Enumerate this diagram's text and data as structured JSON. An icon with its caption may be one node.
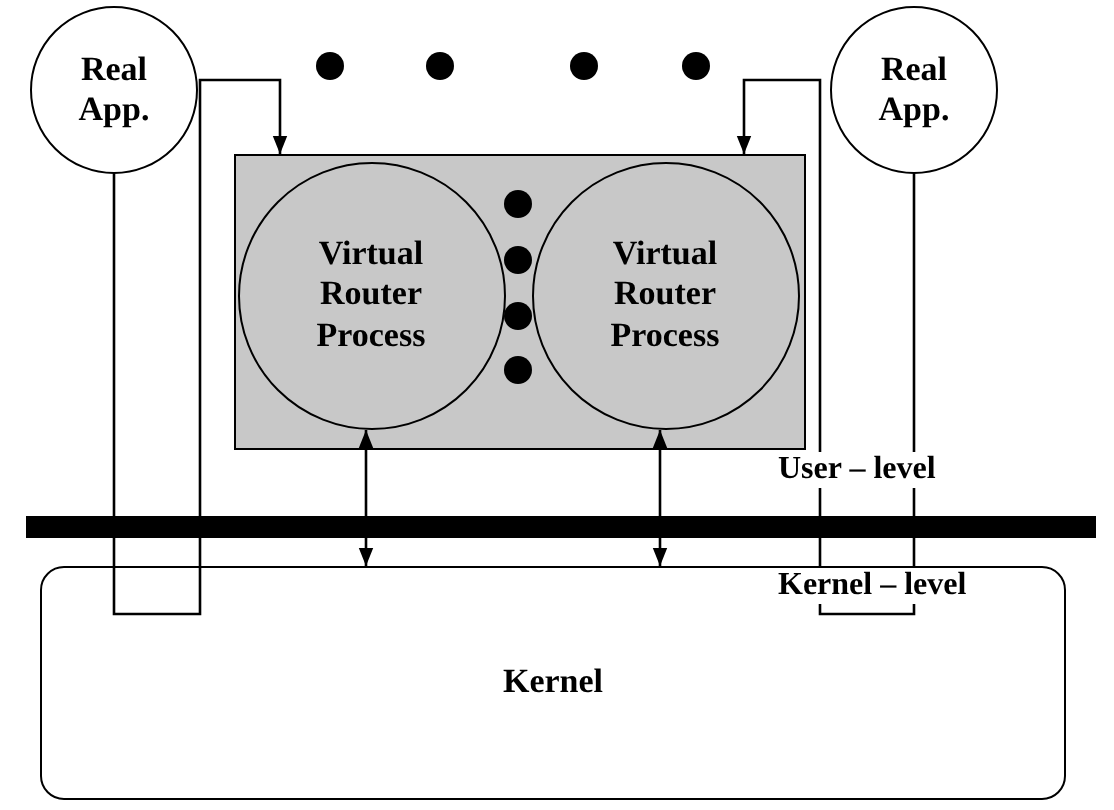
{
  "diagram": {
    "nodes": [
      {
        "text": [
          "Real App."
        ]
      },
      {
        "text": [
          "Real App."
        ]
      },
      {
        "text": [],
        "shape": "box"
      },
      {
        "text": [
          "Virtual Router Process"
        ],
        "in": 2
      },
      {
        "text": [
          "Virtual Router Process"
        ],
        "in": 2
      },
      {
        "text": [
          "Kernel"
        ]
      }
    ],
    "edges": [
      {
        "from": 0,
        "to": 5,
        "arrow": "none"
      },
      {
        "from": 5,
        "to": 2,
        "arrow": "to"
      },
      {
        "from": 1,
        "to": 5,
        "arrow": "none"
      },
      {
        "from": 5,
        "to": 2,
        "arrow": "to"
      },
      {
        "from": 3,
        "to": 5,
        "arrow": "both"
      },
      {
        "from": 4,
        "to": 5,
        "arrow": "both"
      }
    ],
    "labels": [
      "User – level",
      "Kernel – level"
    ]
  }
}
